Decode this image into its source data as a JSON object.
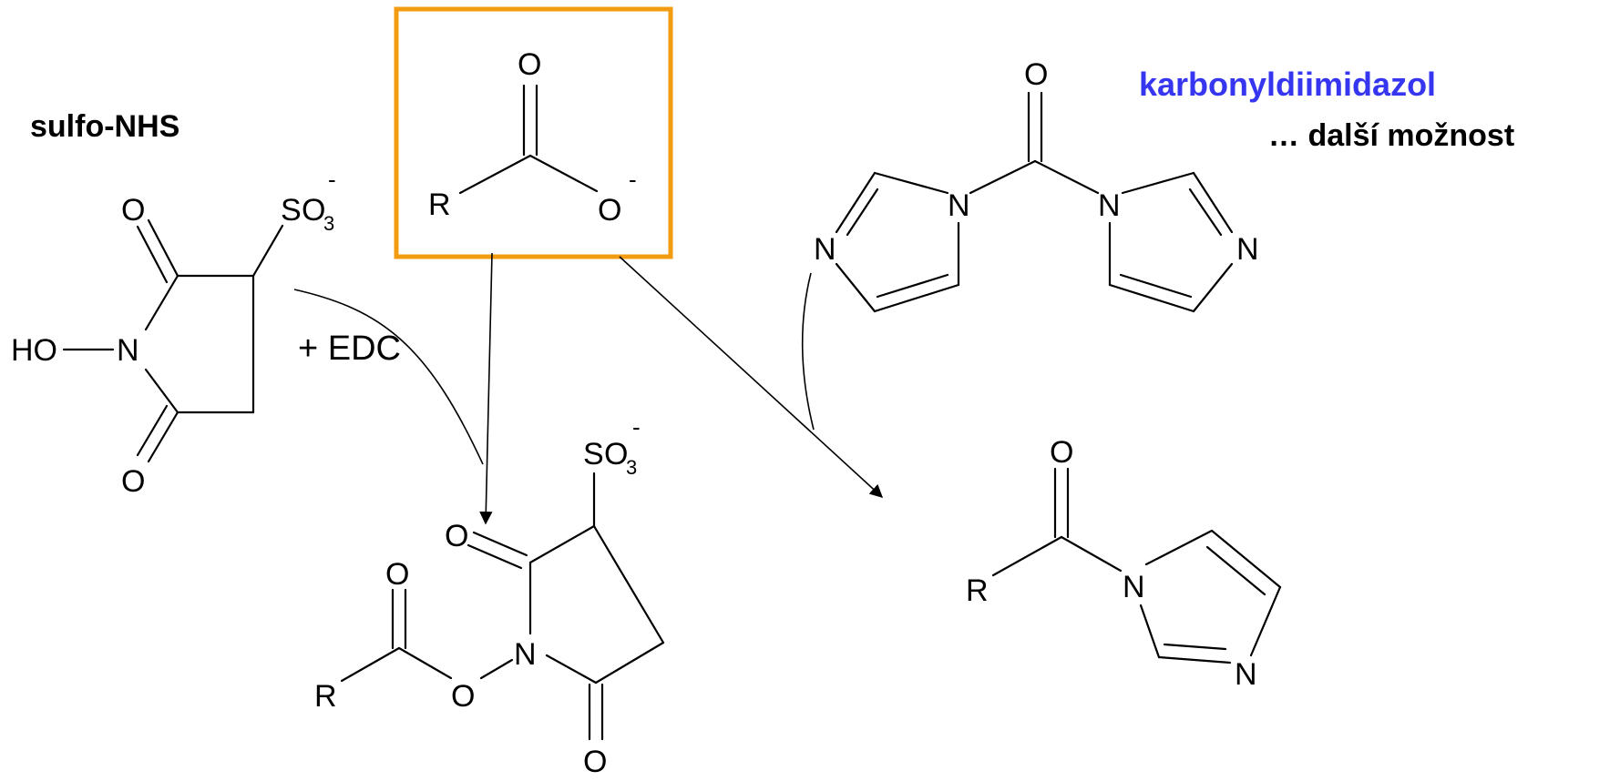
{
  "labels": {
    "sulfo_nhs": "sulfo-NHS",
    "carbonyldiimidazole": "karbonyldiimidazol",
    "another_option": "… další možnost",
    "edc": "+ EDC"
  },
  "atoms": {
    "O": "O",
    "N": "N",
    "R": "R",
    "HO": "HO",
    "S": "S",
    "charge_minus": "-",
    "sub3": "3"
  },
  "colors": {
    "highlight_box": "#f39c12",
    "accent_text": "#3636f0"
  }
}
